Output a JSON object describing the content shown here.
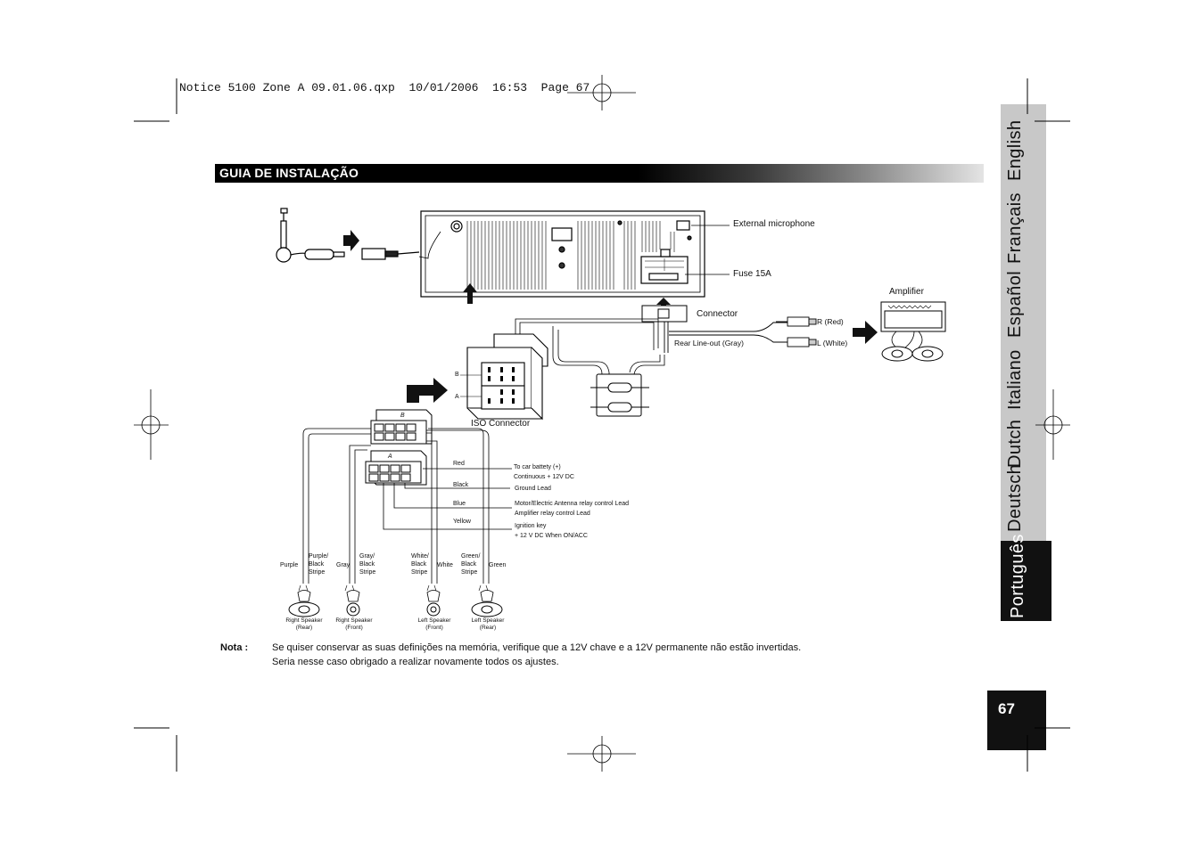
{
  "slug": "Notice 5100 Zone A 09.01.06.qxp  10/01/2006  16:53  Page 67",
  "section_title": "GUIA DE INSTALAÇÃO",
  "languages": [
    "Deutsch",
    "Dutch",
    "Italiano",
    "Español",
    "Français",
    "English"
  ],
  "active_language": "Português",
  "page_number": "67",
  "diagram": {
    "external_microphone": "External microphone",
    "fuse": "Fuse 15A",
    "amplifier": "Amplifier",
    "connector": "Connector",
    "r_red": "R (Red)",
    "l_white": "L (White)",
    "rear_line_out": "Rear Line-out (Gray)",
    "iso_connector": "ISO Connector",
    "iso_b": "B",
    "iso_a": "A",
    "block_b": "B",
    "block_a": "A",
    "wires": [
      {
        "color": "Red",
        "desc1": "To car battety (+)",
        "desc2": "Continuous  + 12V DC"
      },
      {
        "color": "Black",
        "desc1": "Ground Lead",
        "desc2": ""
      },
      {
        "color": "Blue",
        "desc1": "Motor/Electric Antenna relay control Lead",
        "desc2": "Amplifier relay control Lead"
      },
      {
        "color": "Yellow",
        "desc1": "Ignition key",
        "desc2": " + 12 V DC When  ON/ACC"
      }
    ],
    "speaker_wires": {
      "purple": "Purple",
      "purple_black_1": "Purple/",
      "purple_black_2": "Black",
      "purple_black_3": "Stripe",
      "gray": "Gray",
      "gray_black_1": "Gray/",
      "gray_black_2": "Black",
      "gray_black_3": "Stripe",
      "white_black_1": "White/",
      "white_black_2": "Black",
      "white_black_3": "Stripe",
      "white": "White",
      "green_black_1": "Green/",
      "green_black_2": "Black",
      "green_black_3": "Stripe",
      "green": "Green"
    },
    "speakers": [
      {
        "line1": "Right Speaker",
        "line2": "(Rear)"
      },
      {
        "line1": "Right Speaker",
        "line2": "(Front)"
      },
      {
        "line1": "Left Speaker",
        "line2": "(Front)"
      },
      {
        "line1": "Left Speaker",
        "line2": "(Rear)"
      }
    ]
  },
  "note": {
    "label": "Nota :",
    "line1": "Se quiser conservar as suas definições na memória, verifique que a 12V chave e a 12V permanente não estão invertidas.",
    "line2": "Seria nesse caso obrigado a realizar novamente todos os ajustes."
  }
}
